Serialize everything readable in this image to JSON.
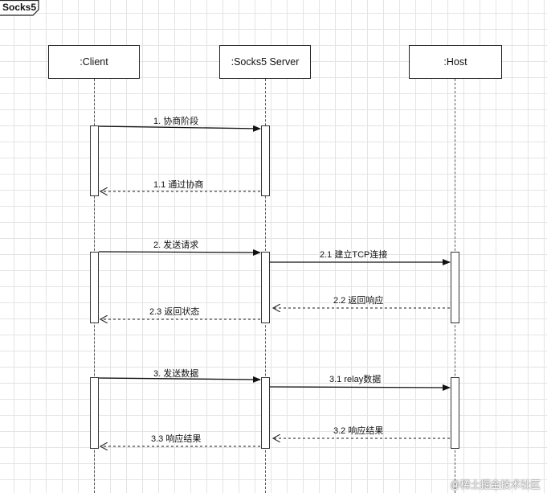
{
  "frame": {
    "title": "Socks5"
  },
  "participants": {
    "client": ":Client",
    "server": ":Socks5 Server",
    "host": ":Host"
  },
  "messages": {
    "m1": "1. 协商阶段",
    "m1_1": "1.1 通过协商",
    "m2": "2. 发送请求",
    "m2_1": "2.1 建立TCP连接",
    "m2_2": "2.2 返回响应",
    "m2_3": "2.3 返回状态",
    "m3": "3. 发送数据",
    "m3_1": "3.1 relay数据",
    "m3_2": "3.2 响应结果",
    "m3_3": "3.3 响应结果"
  },
  "watermark": "@稀土掘金技术社区"
}
